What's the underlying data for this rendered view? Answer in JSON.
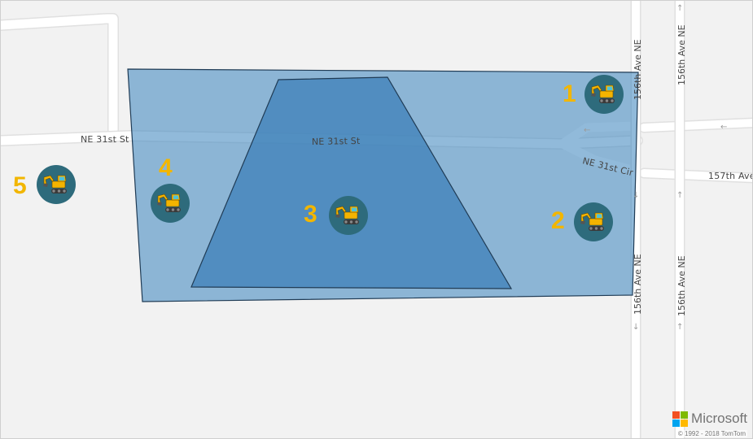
{
  "map": {
    "roads": {
      "ne_31st_st": "NE 31st St",
      "ne_31st_cir": "NE 31st Cir",
      "ave_156th": "156th Ave NE",
      "ave_157th": "157th Ave"
    },
    "markers": [
      {
        "label": "1",
        "icon": "excavator-icon"
      },
      {
        "label": "2",
        "icon": "excavator-icon"
      },
      {
        "label": "3",
        "icon": "excavator-icon"
      },
      {
        "label": "4",
        "icon": "excavator-icon"
      },
      {
        "label": "5",
        "icon": "excavator-icon"
      }
    ],
    "colors": {
      "outer_polygon_fill": "#4e8fc4",
      "inner_polygon_fill": "#3d80b8",
      "polygon_stroke": "#1f3b55",
      "marker_bg": "#2e6b7c",
      "marker_number": "#f2b600"
    },
    "attribution": {
      "brand": "Microsoft",
      "copyright": "© 1992 - 2018 TomTom"
    }
  }
}
